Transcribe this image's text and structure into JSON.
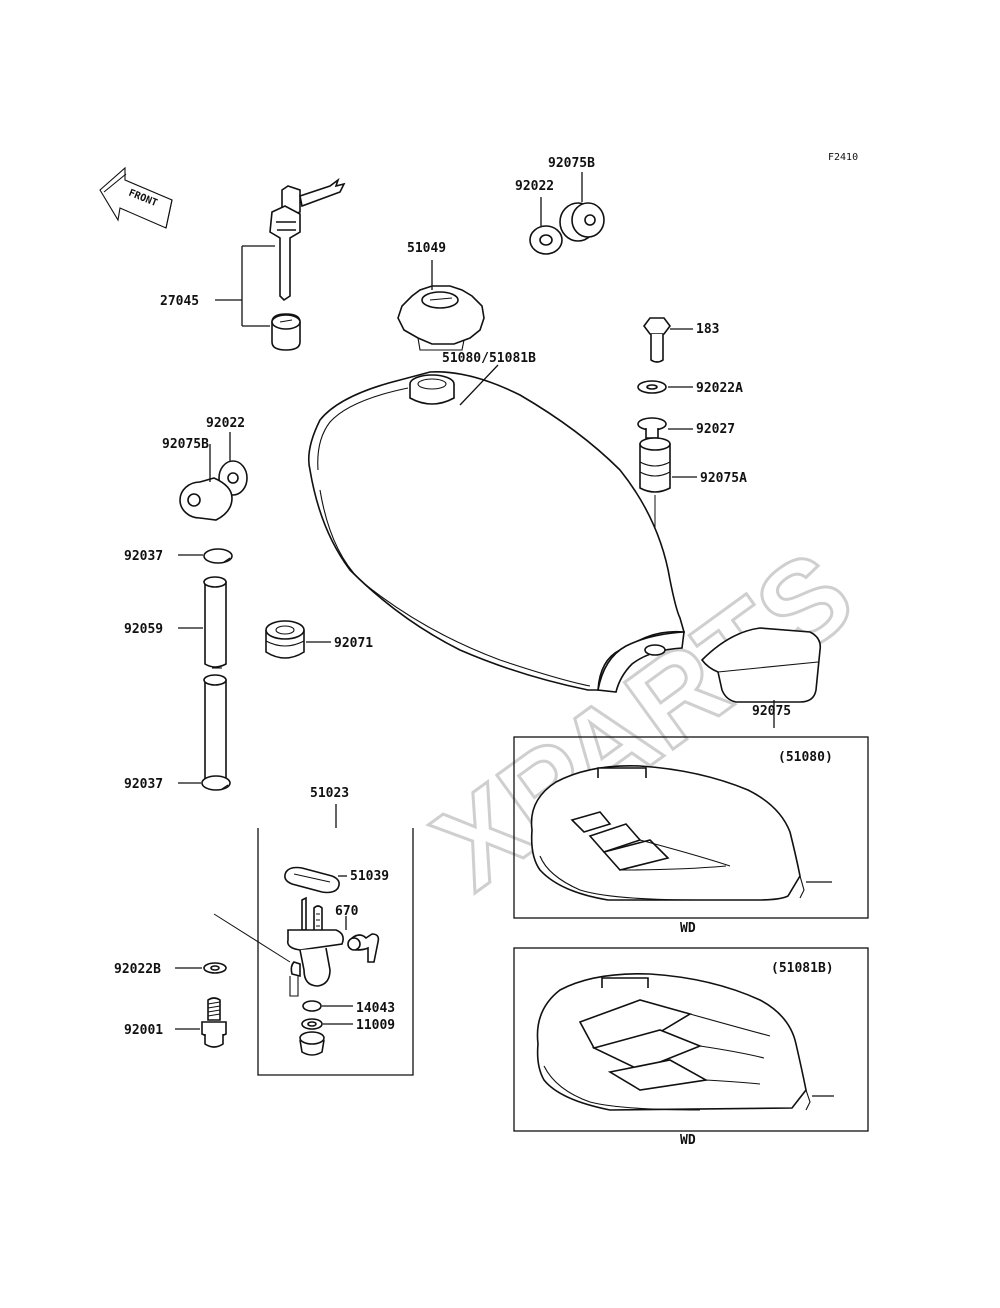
{
  "diagram": {
    "code": "F2410",
    "front_label": "FRONT",
    "watermark": "XPARTS",
    "labels": {
      "p27045": "27045",
      "p51049": "51049",
      "p92022_top": "92022",
      "p92075b_top": "92075B",
      "p183": "183",
      "p92022a": "92022A",
      "p92027": "92027",
      "p92075a": "92075A",
      "p51080": "51080/51081B",
      "p92022_left": "92022",
      "p92075b_left": "92075B",
      "p92037_top": "92037",
      "p92059": "92059",
      "p92071": "92071",
      "p92075": "92075",
      "p92037_bottom": "92037",
      "p51023": "51023",
      "p51039": "51039",
      "p670": "670",
      "p92022b": "92022B",
      "p14043": "14043",
      "p11009": "11009",
      "p92001": "92001"
    },
    "inset_1": {
      "title": "(51080)",
      "caption": "WD"
    },
    "inset_2": {
      "title": "(51081B)",
      "caption": "WD"
    }
  }
}
